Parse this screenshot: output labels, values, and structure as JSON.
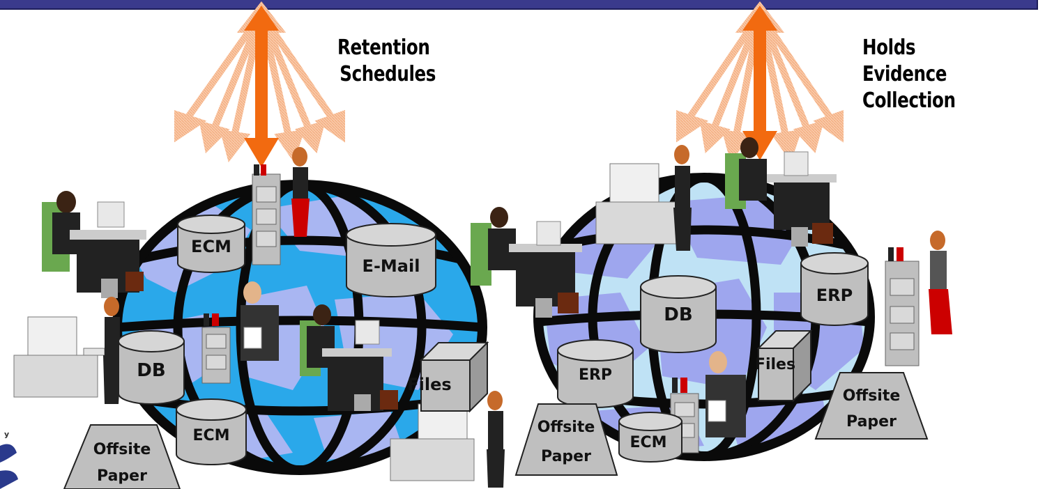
{
  "callouts": {
    "left": {
      "line1": "Retention",
      "line2": "Schedules"
    },
    "right": {
      "line1": "Holds",
      "line2": "Evidence Collection"
    }
  },
  "left_globe": {
    "repositories": {
      "ecm_top": "ECM",
      "email": "E-Mail",
      "db": "DB",
      "files": "Files",
      "ecm_bottom": "ECM",
      "offsite_line1": "Offsite",
      "offsite_line2": "Paper"
    }
  },
  "right_globe": {
    "repositories": {
      "db": "DB",
      "erp_left": "ERP",
      "erp_right": "ERP",
      "files": "Files",
      "ecm": "ECM",
      "offsite_left_line1": "Offsite",
      "offsite_left_line2": "Paper",
      "offsite_right_line1": "Offsite",
      "offsite_right_line2": "Paper"
    }
  },
  "colors": {
    "banner": "#3a3a8c",
    "arrow": "#f26a10",
    "arrow_faint": "#f8b890",
    "ocean_left": "#2aa8ea",
    "land_left": "#a9b6f2",
    "ocean_right": "#bfe2f5",
    "land_right": "#9ea6ee"
  },
  "corner_fragment": {
    "small": "y"
  }
}
